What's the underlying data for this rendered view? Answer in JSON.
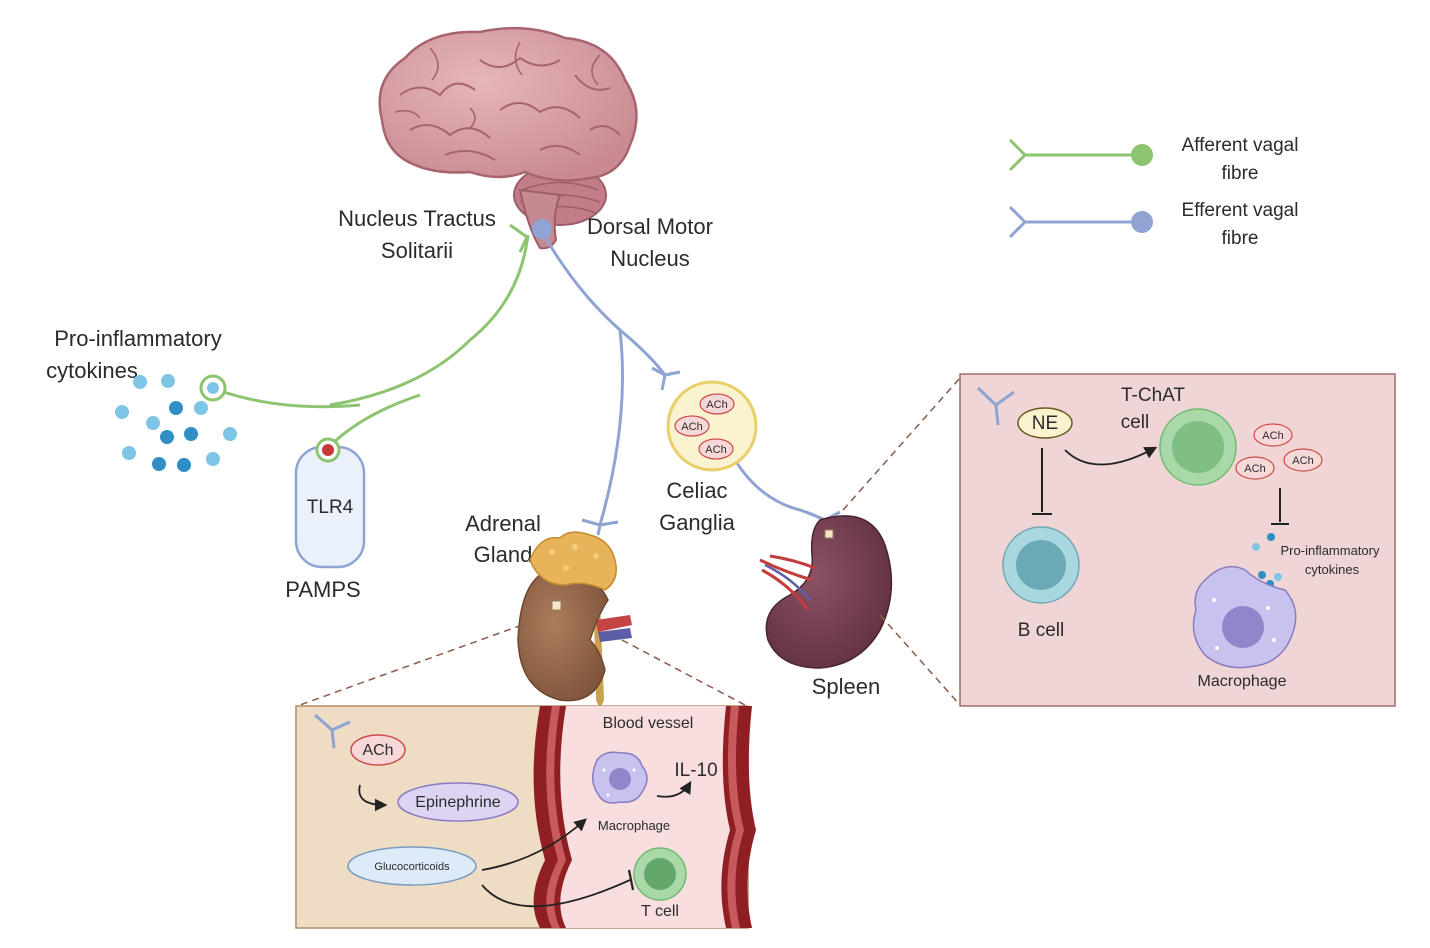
{
  "colors": {
    "afferent": "#8cc46f",
    "efferent": "#8fa4d2",
    "brain": "#d9a0a6",
    "brain_dark": "#a8646e",
    "ach_fill": "#f6d8d8",
    "ach_stroke": "#cf4a4a",
    "ganglia_fill": "#fbf3cf",
    "ganglia_stroke": "#e8cf6a",
    "spleen": "#7a4254",
    "kidney": "#9a6b4c",
    "adrenal_panel": "#eedcc4",
    "spleen_panel": "#efd5d5",
    "vessel_wall": "#8f1f22",
    "vessel_inner": "#c85a5e",
    "lumen": "#f8dede",
    "tcell": "#a9d9a8",
    "bcell": "#a8d7df",
    "macrophage": "#b8b4e6",
    "cytokine_light": "#7fc6e6",
    "cytokine_dark": "#2f8fc4"
  },
  "legend": {
    "afferent_label_1": "Afferent vagal",
    "afferent_label_2": "fibre",
    "efferent_label_1": "Efferent vagal",
    "efferent_label_2": "fibre"
  },
  "labels": {
    "nts_1": "Nucleus Tractus",
    "nts_2": "Solitarii",
    "dmn_1": "Dorsal Motor",
    "dmn_2": "Nucleus",
    "cytokines_1": "Pro-inflammatory",
    "cytokines_2": "cytokines",
    "tlr4": "TLR4",
    "pamps": "PAMPS",
    "adrenal_1": "Adrenal",
    "adrenal_2": "Gland",
    "celiac_1": "Celiac",
    "celiac_2": "Ganglia",
    "spleen": "Spleen",
    "ach": "ACh"
  },
  "adrenal_inset": {
    "ach": "ACh",
    "epinephrine": "Epinephrine",
    "glucocorticoids": "Glucocorticoids",
    "blood_vessel": "Blood vessel",
    "il10": "IL-10",
    "macrophage": "Macrophage",
    "tcell": "T cell"
  },
  "spleen_inset": {
    "ne": "NE",
    "tchat_1": "T-ChAT",
    "tchat_2": "cell",
    "ach": "ACh",
    "cytokines_1": "Pro-inflammatory",
    "cytokines_2": "cytokines",
    "bcell": "B cell",
    "macrophage": "Macrophage"
  }
}
